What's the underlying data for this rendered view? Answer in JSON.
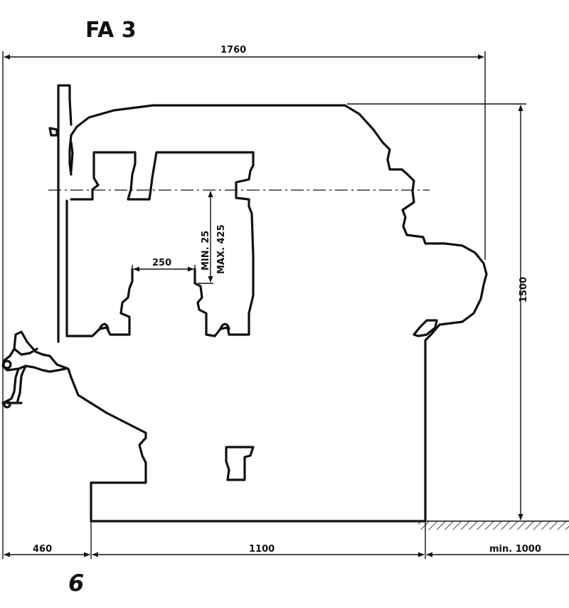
{
  "title": "FA 3",
  "page_number": "6",
  "dimensions": {
    "overall_length": "1760",
    "overall_height": "1500",
    "table_width": "250",
    "vertical_min": "MIN. 25",
    "vertical_max": "MAX. 425",
    "left_overhang": "460",
    "base_length": "1100",
    "rear_clearance": "min. 1000"
  }
}
